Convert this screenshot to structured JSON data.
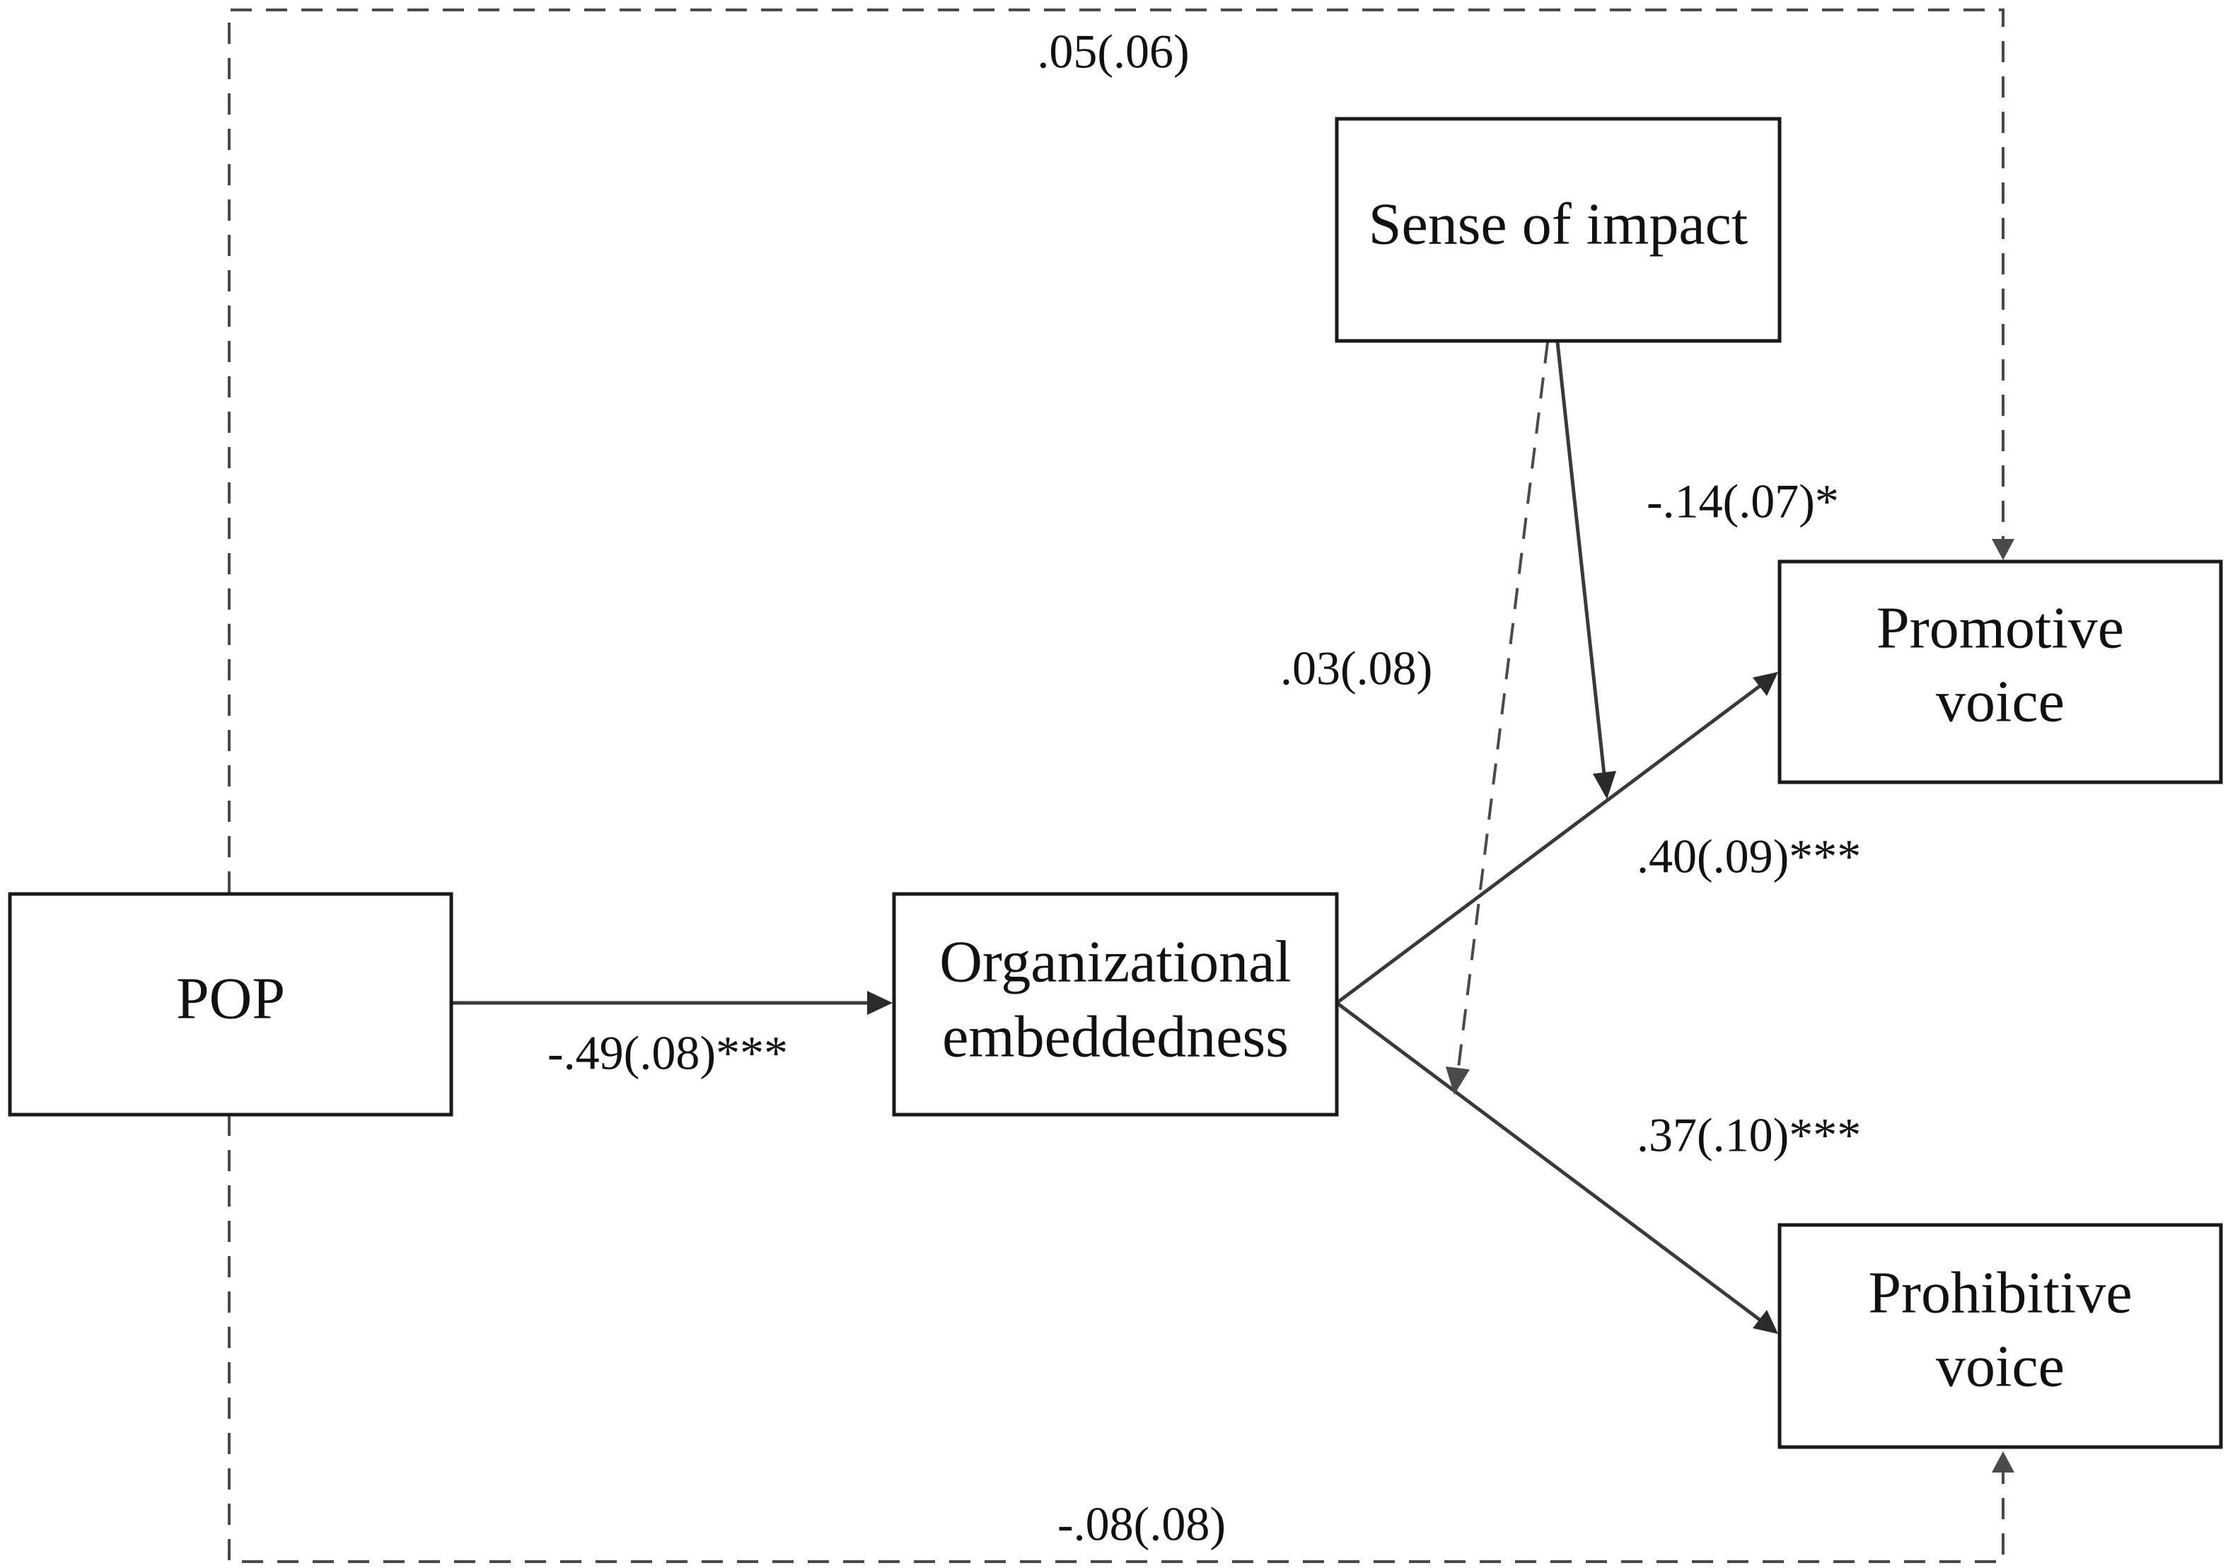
{
  "nodes": {
    "pop": {
      "label": "POP"
    },
    "organizational_embeddedness": {
      "lines": [
        "Organizational",
        "embeddedness"
      ]
    },
    "sense_of_impact": {
      "label": "Sense of impact"
    },
    "promotive_voice": {
      "lines": [
        "Promotive",
        "voice"
      ]
    },
    "prohibitive_voice": {
      "lines": [
        "Prohibitive",
        "voice"
      ]
    }
  },
  "paths": {
    "pop_to_embeddedness": {
      "coefficient": "-.49(.08)***",
      "style": "solid"
    },
    "embeddedness_to_promotive": {
      "coefficient": ".40(.09)***",
      "style": "solid"
    },
    "embeddedness_to_prohibitive": {
      "coefficient": ".37(.10)***",
      "style": "solid"
    },
    "impact_moderates_promotive": {
      "coefficient": "-.14(.07)*",
      "style": "solid"
    },
    "impact_moderates_prohibitive": {
      "coefficient": ".03(.08)",
      "style": "dashed"
    },
    "pop_to_promotive_direct": {
      "coefficient": ".05(.06)",
      "style": "dashed"
    },
    "pop_to_prohibitive_direct": {
      "coefficient": "-.08(.08)",
      "style": "dashed"
    }
  },
  "colors": {
    "line": "#3a3a3a",
    "text": "#111111",
    "background": "#ffffff"
  }
}
